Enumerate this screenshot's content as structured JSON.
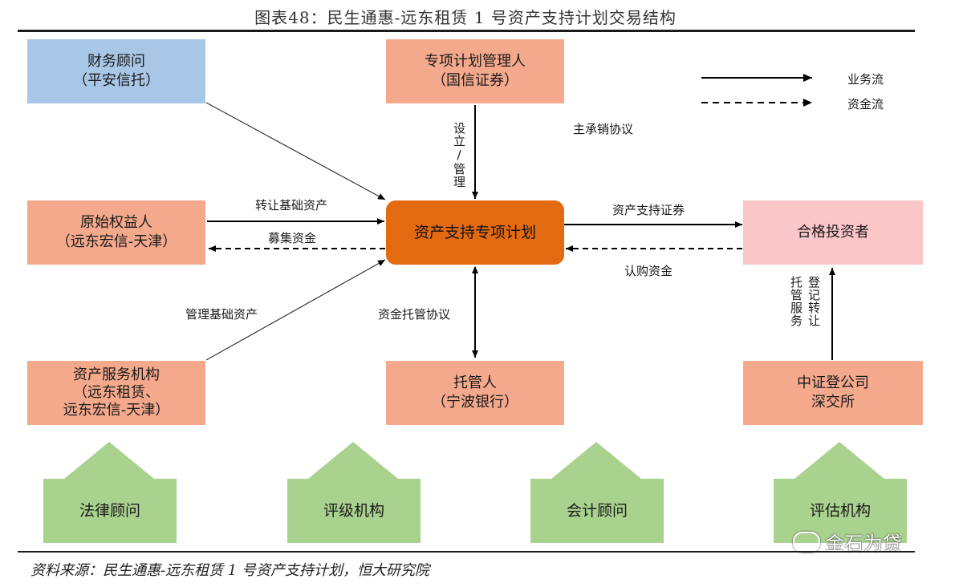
{
  "title": "图表48：民生通惠-远东租赁 1 号资产支持计划交易结构",
  "source": "资料来源：民生通惠-远东租赁 1 号资产支持计划，恒大研究院",
  "legend": {
    "business_flow": "业务流",
    "fund_flow": "资金流"
  },
  "nodes": {
    "financial_advisor": {
      "line1": "财务顾问",
      "line2": "（平安信托）"
    },
    "plan_manager": {
      "line1": "专项计划管理人",
      "line2": "（国信证券）"
    },
    "originator": {
      "line1": "原始权益人",
      "line2": "（远东宏信-天津）"
    },
    "center": {
      "line1": "资产支持专项计划"
    },
    "investor": {
      "line1": "合格投资者"
    },
    "servicer": {
      "line1": "资产服务机构",
      "line2": "（远东租赁、",
      "line3": "远东宏信-天津）"
    },
    "custodian": {
      "line1": "托管人",
      "line2": "（宁波银行）"
    },
    "registry": {
      "line1": "中证登公司",
      "line2": "深交所"
    },
    "legal": {
      "line1": "法律顾问"
    },
    "rating": {
      "line1": "评级机构"
    },
    "accounting": {
      "line1": "会计顾问"
    },
    "valuation": {
      "line1": "评估机构"
    }
  },
  "edge_labels": {
    "setup_manage": "设立/管理",
    "underwriting": "主承销协议",
    "transfer_assets": "转让基础资产",
    "raise_funds": "募集资金",
    "abs": "资产支持证券",
    "subscription": "认购资金",
    "manage_assets": "管理基础资产",
    "custody_agreement": "资金托管协议",
    "register_transfer": "登记转让",
    "custody_service": "托管服务"
  },
  "colors": {
    "salmon": "#f4a98c",
    "blue": "#a8c6e6",
    "pink": "#fbc6c8",
    "center": "#e46a12",
    "green": "#a9d28f"
  },
  "watermark": "金石为贷"
}
